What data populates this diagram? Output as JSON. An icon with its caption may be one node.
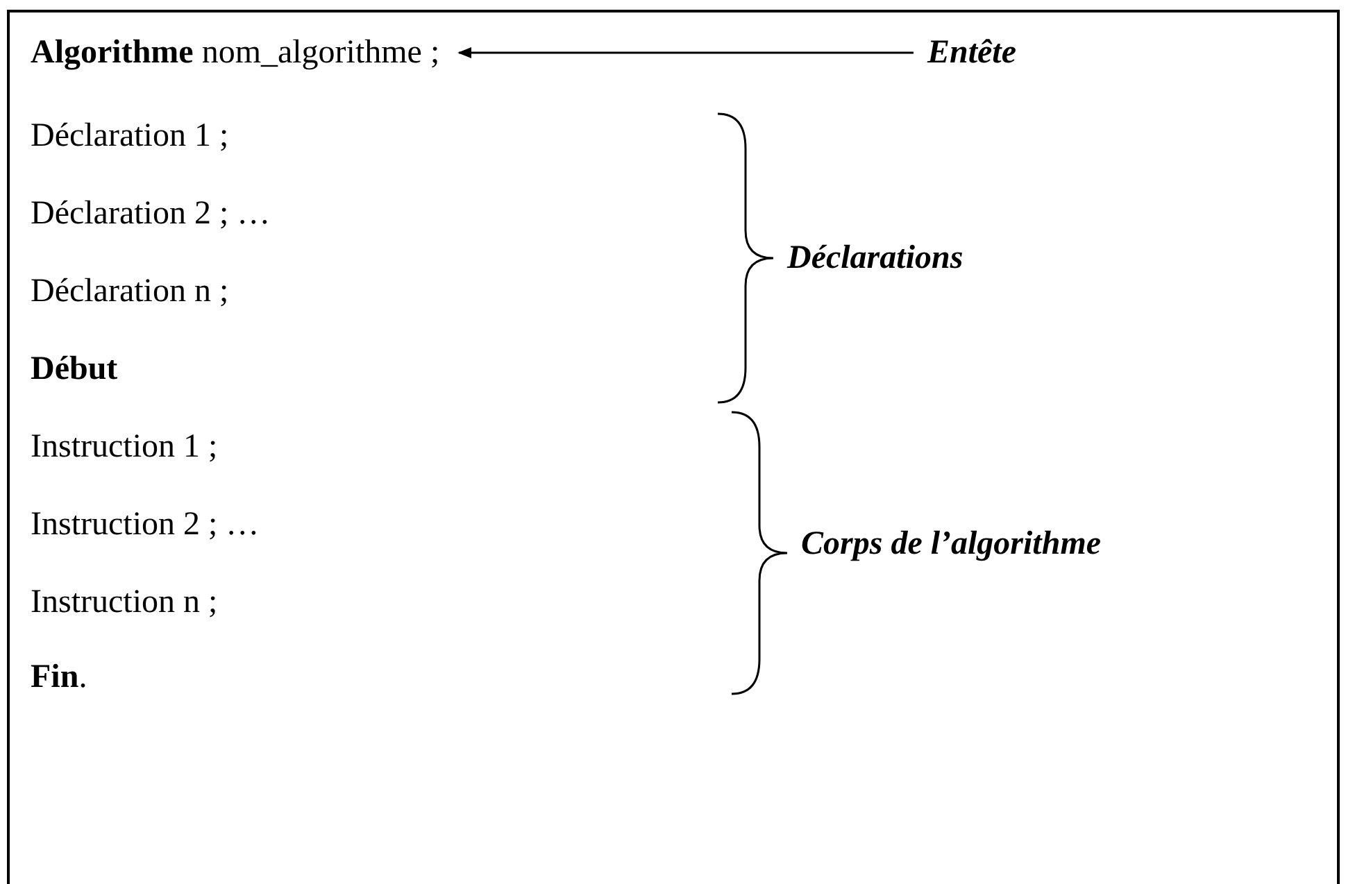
{
  "diagram": {
    "nodes": [
      {
        "text": [
          "**Algorithme** nom_algorithme ;"
        ]
      },
      {
        "text": [
          "Entête"
        ]
      }
    ],
    "edges": [
      {
        "from": 1,
        "to": 0,
        "arrow": "to"
      }
    ],
    "labels": [
      "Déclaration 1 ;",
      "Déclaration 2 ; …",
      "Déclaration n ;",
      "Déclarations",
      "Début",
      "Instruction 1 ;",
      "Instruction 2 ; …",
      "Instruction n ;",
      "Corps de l’algorithme",
      "**Fin**."
    ]
  }
}
